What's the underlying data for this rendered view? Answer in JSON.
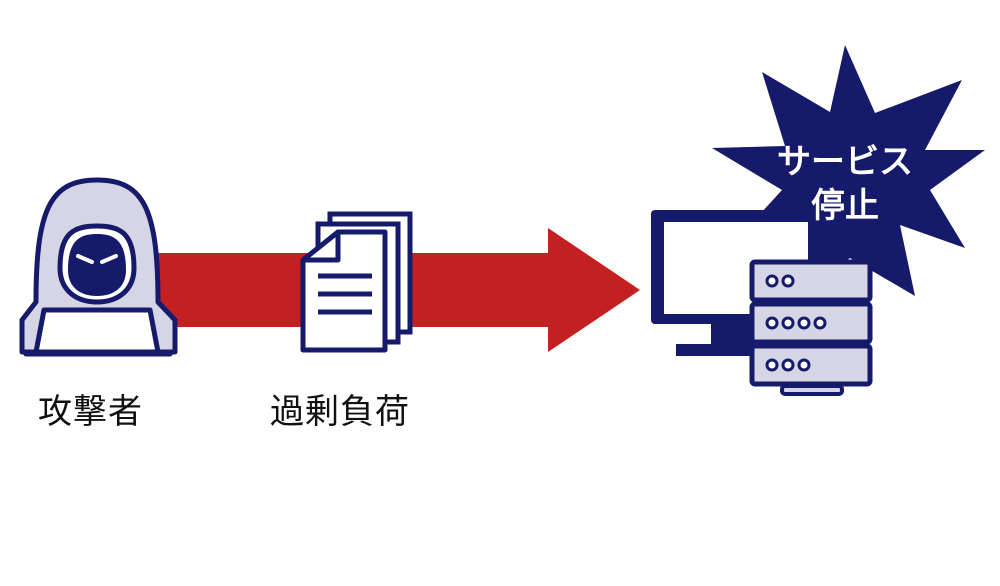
{
  "attacker": {
    "label": "攻撃者",
    "icon": "hooded-hacker-icon"
  },
  "payload": {
    "label": "過剰負荷",
    "icon": "document-stack-icon"
  },
  "target": {
    "icon": "server-monitor-icon"
  },
  "status_burst": {
    "line1": "サービス",
    "line2": "停止"
  },
  "colors": {
    "navy": "#151a6b",
    "arrow_red": "#c32121",
    "light_fill": "#d6d5e6",
    "text": "#111111"
  }
}
